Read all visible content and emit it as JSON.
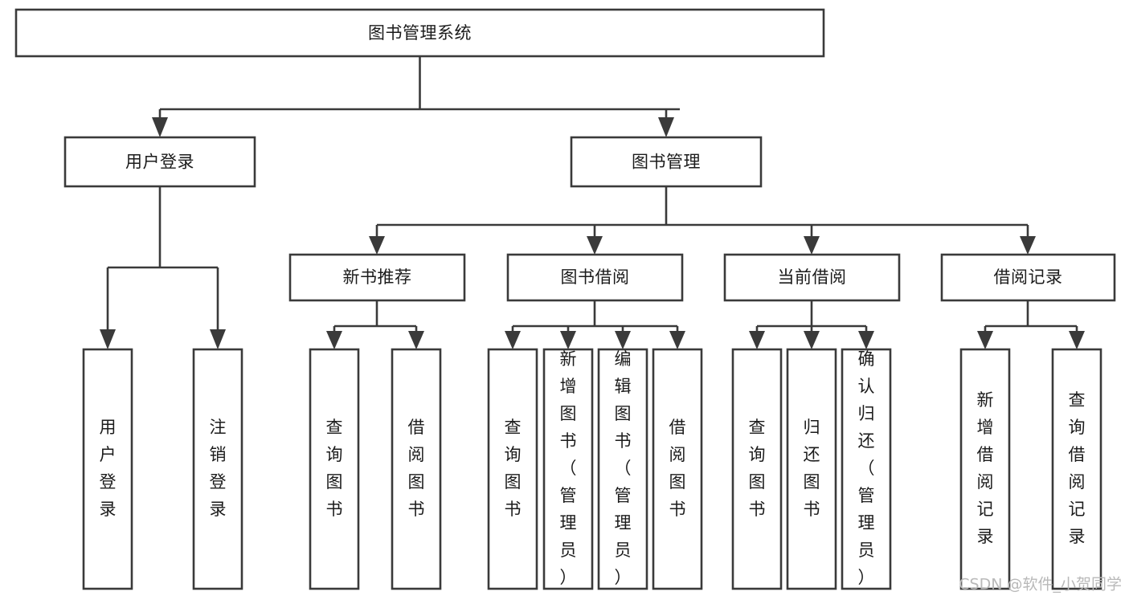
{
  "diagram": {
    "title": "图书管理系统",
    "type": "tree",
    "orientation": "top-down",
    "background_color": "#ffffff",
    "box_stroke_color": "#3a3a3a",
    "box_fill_color": "#ffffff",
    "text_color": "#1b1b1b",
    "connector_color": "#3a3a3a",
    "watermark": "CSDN @软件_小贺同学",
    "watermark_color": "#b9b9b9"
  },
  "nodes": {
    "root": {
      "id": "root",
      "label": "图书管理系统",
      "level": 1,
      "text_orientation": "horizontal"
    },
    "l2": [
      {
        "id": "user-login",
        "label": "用户登录",
        "level": 2,
        "text_orientation": "horizontal"
      },
      {
        "id": "book-manage",
        "label": "图书管理",
        "level": 2,
        "text_orientation": "horizontal"
      }
    ],
    "l3": [
      {
        "id": "new-book-recommend",
        "label": "新书推荐",
        "level": 3,
        "text_orientation": "horizontal",
        "parent": "book-manage"
      },
      {
        "id": "book-borrow",
        "label": "图书借阅",
        "level": 3,
        "text_orientation": "horizontal",
        "parent": "book-manage"
      },
      {
        "id": "current-borrow",
        "label": "当前借阅",
        "level": 3,
        "text_orientation": "horizontal",
        "parent": "book-manage"
      },
      {
        "id": "borrow-record",
        "label": "借阅记录",
        "level": 3,
        "text_orientation": "horizontal",
        "parent": "book-manage"
      }
    ],
    "leaves": [
      {
        "id": "leaf-user-login",
        "label": "用户登录",
        "parent": "user-login",
        "text_orientation": "vertical"
      },
      {
        "id": "leaf-logout-login",
        "label": "注销登录",
        "parent": "user-login",
        "text_orientation": "vertical"
      },
      {
        "id": "leaf-query-book-1",
        "label": "查询图书",
        "parent": "new-book-recommend",
        "text_orientation": "vertical"
      },
      {
        "id": "leaf-borrow-book-1",
        "label": "借阅图书",
        "parent": "new-book-recommend",
        "text_orientation": "vertical"
      },
      {
        "id": "leaf-query-book-2",
        "label": "查询图书",
        "parent": "book-borrow",
        "text_orientation": "vertical"
      },
      {
        "id": "leaf-add-book-admin",
        "label": "新增图书（管理员）",
        "parent": "book-borrow",
        "text_orientation": "vertical"
      },
      {
        "id": "leaf-edit-book-admin",
        "label": "编辑图书（管理员）",
        "parent": "book-borrow",
        "text_orientation": "vertical"
      },
      {
        "id": "leaf-borrow-book-2",
        "label": "借阅图书",
        "parent": "book-borrow",
        "text_orientation": "vertical"
      },
      {
        "id": "leaf-query-book-3",
        "label": "查询图书",
        "parent": "current-borrow",
        "text_orientation": "vertical"
      },
      {
        "id": "leaf-return-book",
        "label": "归还图书",
        "parent": "current-borrow",
        "text_orientation": "vertical"
      },
      {
        "id": "leaf-confirm-return-admin",
        "label": "确认归还（管理员）",
        "parent": "current-borrow",
        "text_orientation": "vertical"
      },
      {
        "id": "leaf-add-borrow-record",
        "label": "新增借阅记录",
        "parent": "borrow-record",
        "text_orientation": "vertical"
      },
      {
        "id": "leaf-query-borrow-record",
        "label": "查询借阅记录",
        "parent": "borrow-record",
        "text_orientation": "vertical"
      }
    ]
  }
}
